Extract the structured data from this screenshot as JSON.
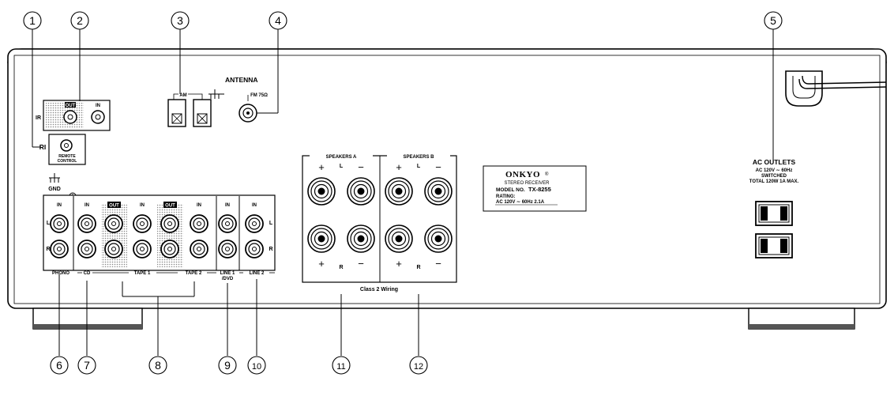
{
  "callouts": [
    "1",
    "2",
    "3",
    "4",
    "5",
    "6",
    "7",
    "8",
    "9",
    "10",
    "11",
    "12"
  ],
  "antenna": {
    "title": "ANTENNA",
    "am": "AM",
    "fm": "FM 75Ω"
  },
  "ir": {
    "out": "OUT",
    "in": "IN",
    "label": "IR"
  },
  "remote": {
    "ri": "RI",
    "label1": "REMOTE",
    "label2": "CONTROL"
  },
  "gnd": "GND",
  "jacks": {
    "in": "IN",
    "out": "OUT",
    "l": "L",
    "r": "R",
    "phono": "PHONO",
    "cd": "CD",
    "tape1": "TAPE 1",
    "tape2": "TAPE 2",
    "line1a": "LINE 1",
    "line1b": "/DVD",
    "line2": "LINE 2"
  },
  "speakers": {
    "a": "SPEAKERS A",
    "b": "SPEAKERS B",
    "plus": "+",
    "minus": "−",
    "l": "L",
    "r": "R",
    "wiring": "Class 2 Wiring"
  },
  "label_plate": {
    "brand": "ONKYO",
    "reg": "®",
    "line1": "STEREO RECEIVER",
    "model_prefix": "MODEL NO.",
    "model": "TX-8255",
    "rating": "RATING:",
    "ac": "AC 120V ∼  60Hz  2.1A"
  },
  "ac_outlets": {
    "title": "AC OUTLETS",
    "line1": "AC 120V ∼  60Hz",
    "line2": "SWITCHED",
    "line3": "TOTAL 120W  1A  MAX."
  }
}
